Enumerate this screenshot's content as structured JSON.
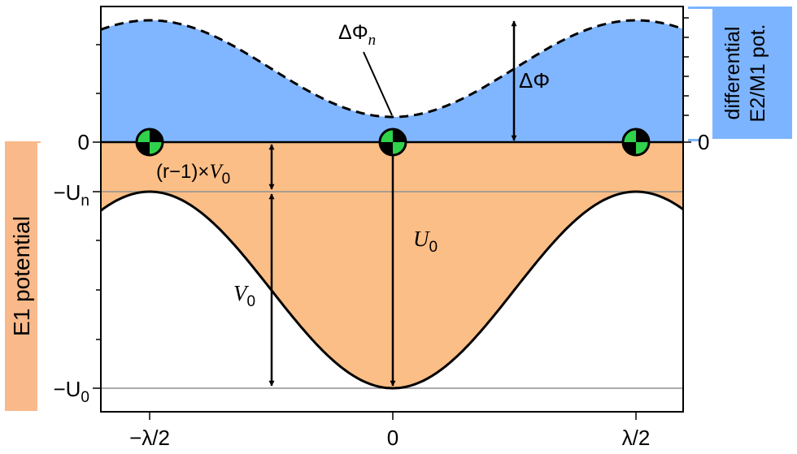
{
  "chart_data": {
    "type": "line",
    "x_ticks": [
      {
        "value": -0.5,
        "label": "−λ/2"
      },
      {
        "value": 0,
        "label": "0"
      },
      {
        "value": 0.5,
        "label": "λ/2"
      }
    ],
    "xlim": [
      -0.6,
      0.6
    ],
    "left_axis": {
      "label": "E1 potential",
      "ticks": [
        {
          "value": 0,
          "label": "0"
        },
        {
          "label_main": "−U",
          "label_sub": "n"
        },
        {
          "label_main": "−U",
          "label_sub": "0"
        }
      ],
      "color": "#f5a062"
    },
    "right_axis": {
      "label_line1": "differential",
      "label_line2": "E2/M1 pot.",
      "ticks": [
        {
          "value": 0,
          "label": "0"
        }
      ],
      "color": "#7db4ff"
    },
    "series": [
      {
        "kind": "e1-potential",
        "color": "#000000",
        "fill": "#fbbe86"
      },
      {
        "kind": "differential-potential",
        "color": "#000000",
        "fill": "#80b6ff",
        "dashed": true
      }
    ],
    "annotations": {
      "r_minus_1": {
        "paren": "(r−1)×",
        "sym": "V",
        "sub": "0"
      },
      "V0": {
        "sym": "V",
        "sub": "0"
      },
      "U0": {
        "sym": "U",
        "sub": "0"
      },
      "delta_phi": "ΔΦ",
      "delta_phi_n": {
        "main": "ΔΦ",
        "sub": "n"
      }
    },
    "atom_positions": [
      -0.5,
      0,
      0.5
    ]
  }
}
